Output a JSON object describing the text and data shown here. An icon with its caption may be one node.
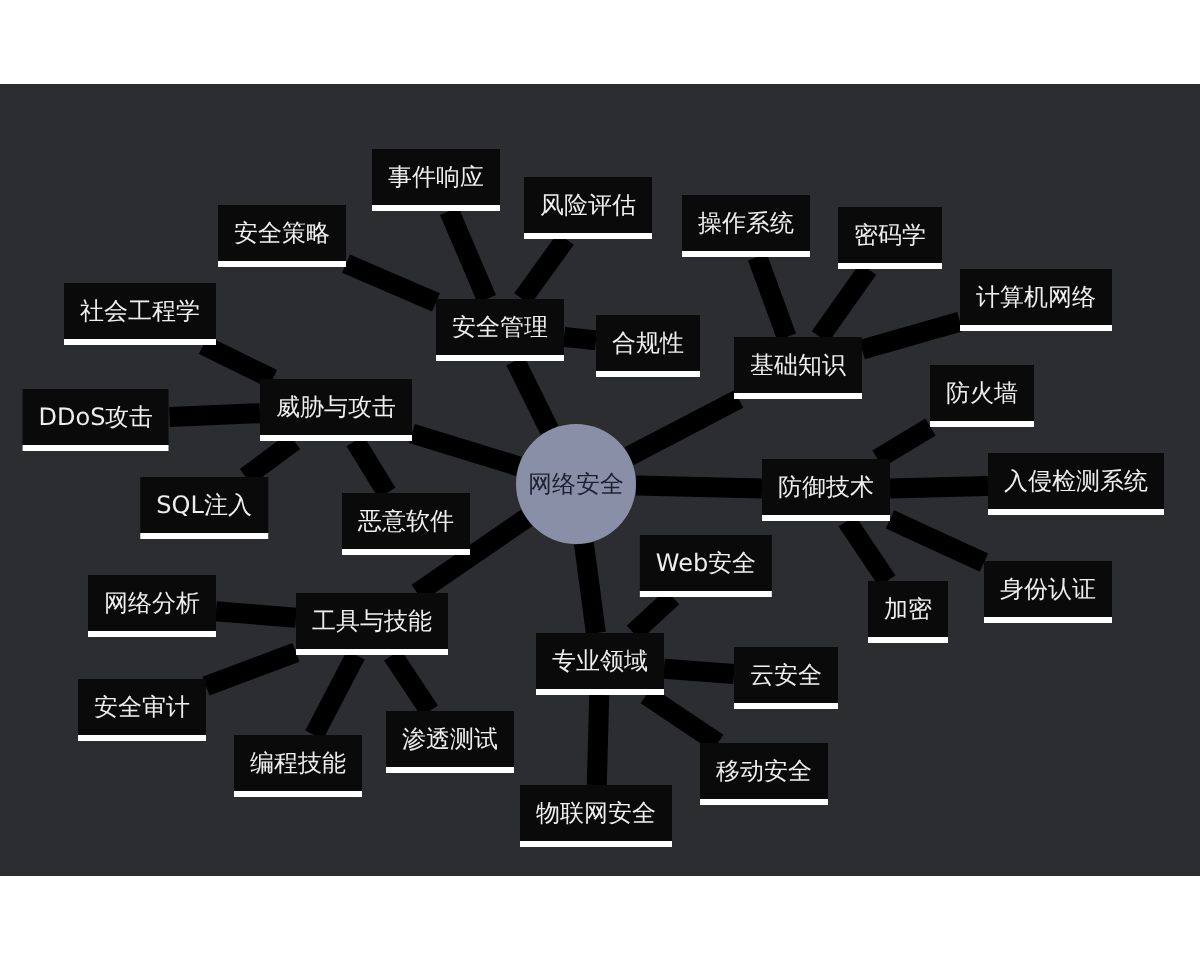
{
  "diagram": {
    "nodes": [
      {
        "text": [
          "网络安全"
        ]
      },
      {
        "text": [
          "安全管理"
        ]
      },
      {
        "text": [
          "安全策略"
        ]
      },
      {
        "text": [
          "事件响应"
        ]
      },
      {
        "text": [
          "风险评估"
        ]
      },
      {
        "text": [
          "合规性"
        ]
      },
      {
        "text": [
          "基础知识"
        ]
      },
      {
        "text": [
          "操作系统"
        ]
      },
      {
        "text": [
          "密码学"
        ]
      },
      {
        "text": [
          "计算机网络"
        ]
      },
      {
        "text": [
          "威胁与攻击"
        ]
      },
      {
        "text": [
          "社会工程学"
        ]
      },
      {
        "text": [
          "DDoS攻击"
        ]
      },
      {
        "text": [
          "SQL注入"
        ]
      },
      {
        "text": [
          "恶意软件"
        ]
      },
      {
        "text": [
          "防御技术"
        ]
      },
      {
        "text": [
          "防火墙"
        ]
      },
      {
        "text": [
          "入侵检测系统"
        ]
      },
      {
        "text": [
          "加密"
        ]
      },
      {
        "text": [
          "身份认证"
        ]
      },
      {
        "text": [
          "工具与技能"
        ]
      },
      {
        "text": [
          "网络分析"
        ]
      },
      {
        "text": [
          "安全审计"
        ]
      },
      {
        "text": [
          "编程技能"
        ]
      },
      {
        "text": [
          "渗透测试"
        ]
      },
      {
        "text": [
          "专业领域"
        ]
      },
      {
        "text": [
          "Web安全"
        ]
      },
      {
        "text": [
          "云安全"
        ]
      },
      {
        "text": [
          "移动安全"
        ]
      },
      {
        "text": [
          "物联网安全"
        ]
      }
    ],
    "edges": [
      {
        "from": 0,
        "to": 1,
        "arrow": "none"
      },
      {
        "from": 1,
        "to": 2,
        "arrow": "none"
      },
      {
        "from": 1,
        "to": 3,
        "arrow": "none"
      },
      {
        "from": 1,
        "to": 4,
        "arrow": "none"
      },
      {
        "from": 1,
        "to": 5,
        "arrow": "none"
      },
      {
        "from": 0,
        "to": 6,
        "arrow": "none"
      },
      {
        "from": 6,
        "to": 7,
        "arrow": "none"
      },
      {
        "from": 6,
        "to": 8,
        "arrow": "none"
      },
      {
        "from": 6,
        "to": 9,
        "arrow": "none"
      },
      {
        "from": 0,
        "to": 10,
        "arrow": "none"
      },
      {
        "from": 10,
        "to": 11,
        "arrow": "none"
      },
      {
        "from": 10,
        "to": 12,
        "arrow": "none"
      },
      {
        "from": 10,
        "to": 13,
        "arrow": "none"
      },
      {
        "from": 10,
        "to": 14,
        "arrow": "none"
      },
      {
        "from": 0,
        "to": 15,
        "arrow": "none"
      },
      {
        "from": 15,
        "to": 16,
        "arrow": "none"
      },
      {
        "from": 15,
        "to": 17,
        "arrow": "none"
      },
      {
        "from": 15,
        "to": 18,
        "arrow": "none"
      },
      {
        "from": 15,
        "to": 19,
        "arrow": "none"
      },
      {
        "from": 0,
        "to": 20,
        "arrow": "none"
      },
      {
        "from": 20,
        "to": 21,
        "arrow": "none"
      },
      {
        "from": 20,
        "to": 22,
        "arrow": "none"
      },
      {
        "from": 20,
        "to": 23,
        "arrow": "none"
      },
      {
        "from": 20,
        "to": 24,
        "arrow": "none"
      },
      {
        "from": 0,
        "to": 25,
        "arrow": "none"
      },
      {
        "from": 25,
        "to": 26,
        "arrow": "none"
      },
      {
        "from": 25,
        "to": 27,
        "arrow": "none"
      },
      {
        "from": 25,
        "to": 28,
        "arrow": "none"
      },
      {
        "from": 25,
        "to": 29,
        "arrow": "none"
      }
    ]
  }
}
